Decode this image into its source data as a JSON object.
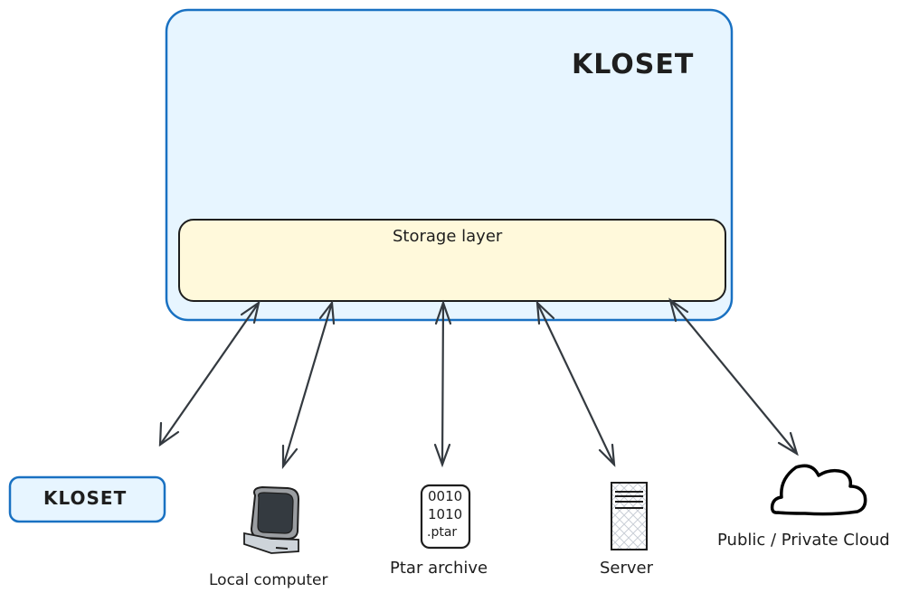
{
  "diagram": {
    "main_box": {
      "title": "KLOSET",
      "fill": "#e7f5ff",
      "stroke": "#1971c2"
    },
    "storage_layer": {
      "label": "Storage layer",
      "fill": "#fff9db",
      "stroke": "#1e1e1e"
    },
    "legend_box": {
      "label": "KLOSET",
      "fill": "#e7f5ff",
      "stroke": "#1971c2"
    },
    "targets": [
      {
        "id": "kloset",
        "label": "KLOSET",
        "icon": "kloset-box"
      },
      {
        "id": "local",
        "label": "Local computer",
        "icon": "computer-icon"
      },
      {
        "id": "ptar",
        "label": "Ptar archive",
        "icon": "ptar-file-icon",
        "icon_text": [
          "0010",
          "1010",
          ".ptar"
        ]
      },
      {
        "id": "server",
        "label": "Server",
        "icon": "server-icon"
      },
      {
        "id": "cloud",
        "label": "Public / Private Cloud",
        "icon": "cloud-icon"
      }
    ],
    "connections": [
      {
        "from": "storage_layer",
        "to": "kloset",
        "type": "bidirectional"
      },
      {
        "from": "storage_layer",
        "to": "local",
        "type": "bidirectional"
      },
      {
        "from": "storage_layer",
        "to": "ptar",
        "type": "bidirectional"
      },
      {
        "from": "storage_layer",
        "to": "server",
        "type": "bidirectional"
      },
      {
        "from": "storage_layer",
        "to": "cloud",
        "type": "bidirectional"
      }
    ],
    "arrow_color": "#343a40"
  }
}
